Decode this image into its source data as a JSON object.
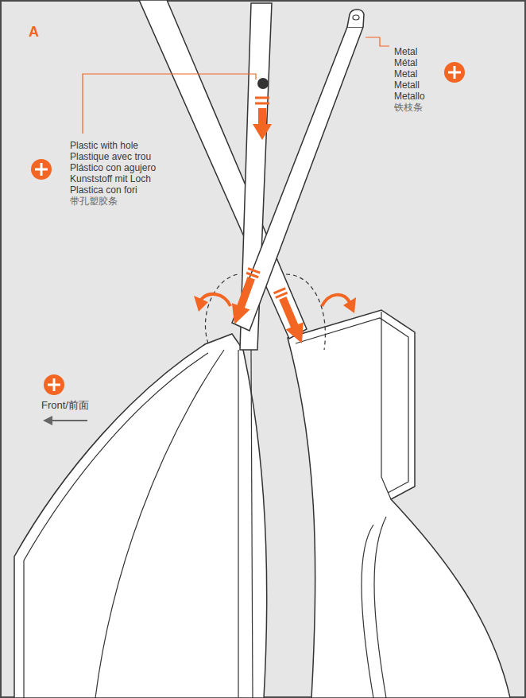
{
  "diagram": {
    "labels": [
      "A",
      "Plastic with hole",
      "Plastique avec trou",
      "Plástico con agujero",
      "Kunststoff mit Loch",
      "Plastica con fori",
      "带孔塑胶条",
      "Metal",
      "Métal",
      "Metal",
      "Metall",
      "Metallo",
      "铁枝条",
      "Front/前面"
    ]
  }
}
